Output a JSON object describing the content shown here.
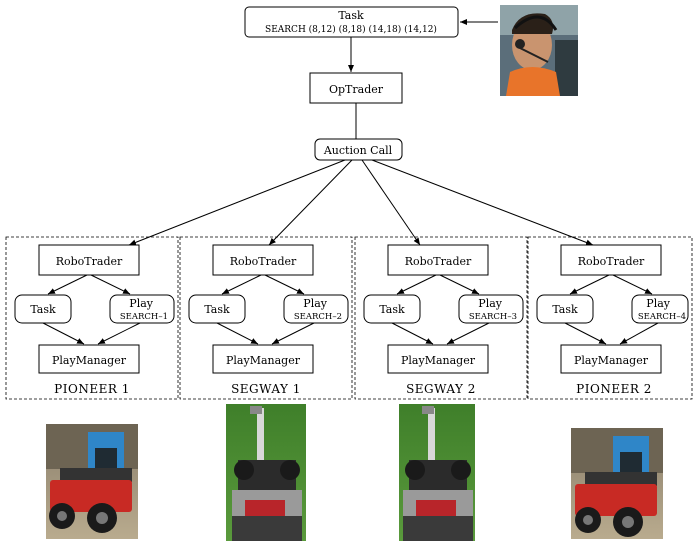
{
  "top": {
    "task_label": "Task",
    "task_search": "SEARCH (8,12) (8,18) (14,18) (14,12)",
    "optrader": "OpTrader",
    "auction_call": "Auction Call"
  },
  "robots": [
    {
      "robotrader": "RoboTrader",
      "task": "Task",
      "play": "Play",
      "play_search": "SEARCH–1",
      "playmanager": "PlayManager",
      "name": "PIONEER 1"
    },
    {
      "robotrader": "RoboTrader",
      "task": "Task",
      "play": "Play",
      "play_search": "SEARCH–2",
      "playmanager": "PlayManager",
      "name": "SEGWAY 1"
    },
    {
      "robotrader": "RoboTrader",
      "task": "Task",
      "play": "Play",
      "play_search": "SEARCH–3",
      "playmanager": "PlayManager",
      "name": "SEGWAY 2"
    },
    {
      "robotrader": "RoboTrader",
      "task": "Task",
      "play": "Play",
      "play_search": "SEARCH–4",
      "playmanager": "PlayManager",
      "name": "PIONEER 2"
    }
  ],
  "photos": [
    {
      "name": "operator-photo"
    },
    {
      "name": "pioneer-1-photo"
    },
    {
      "name": "segway-1-photo"
    },
    {
      "name": "segway-2-photo"
    },
    {
      "name": "pioneer-2-photo"
    }
  ]
}
